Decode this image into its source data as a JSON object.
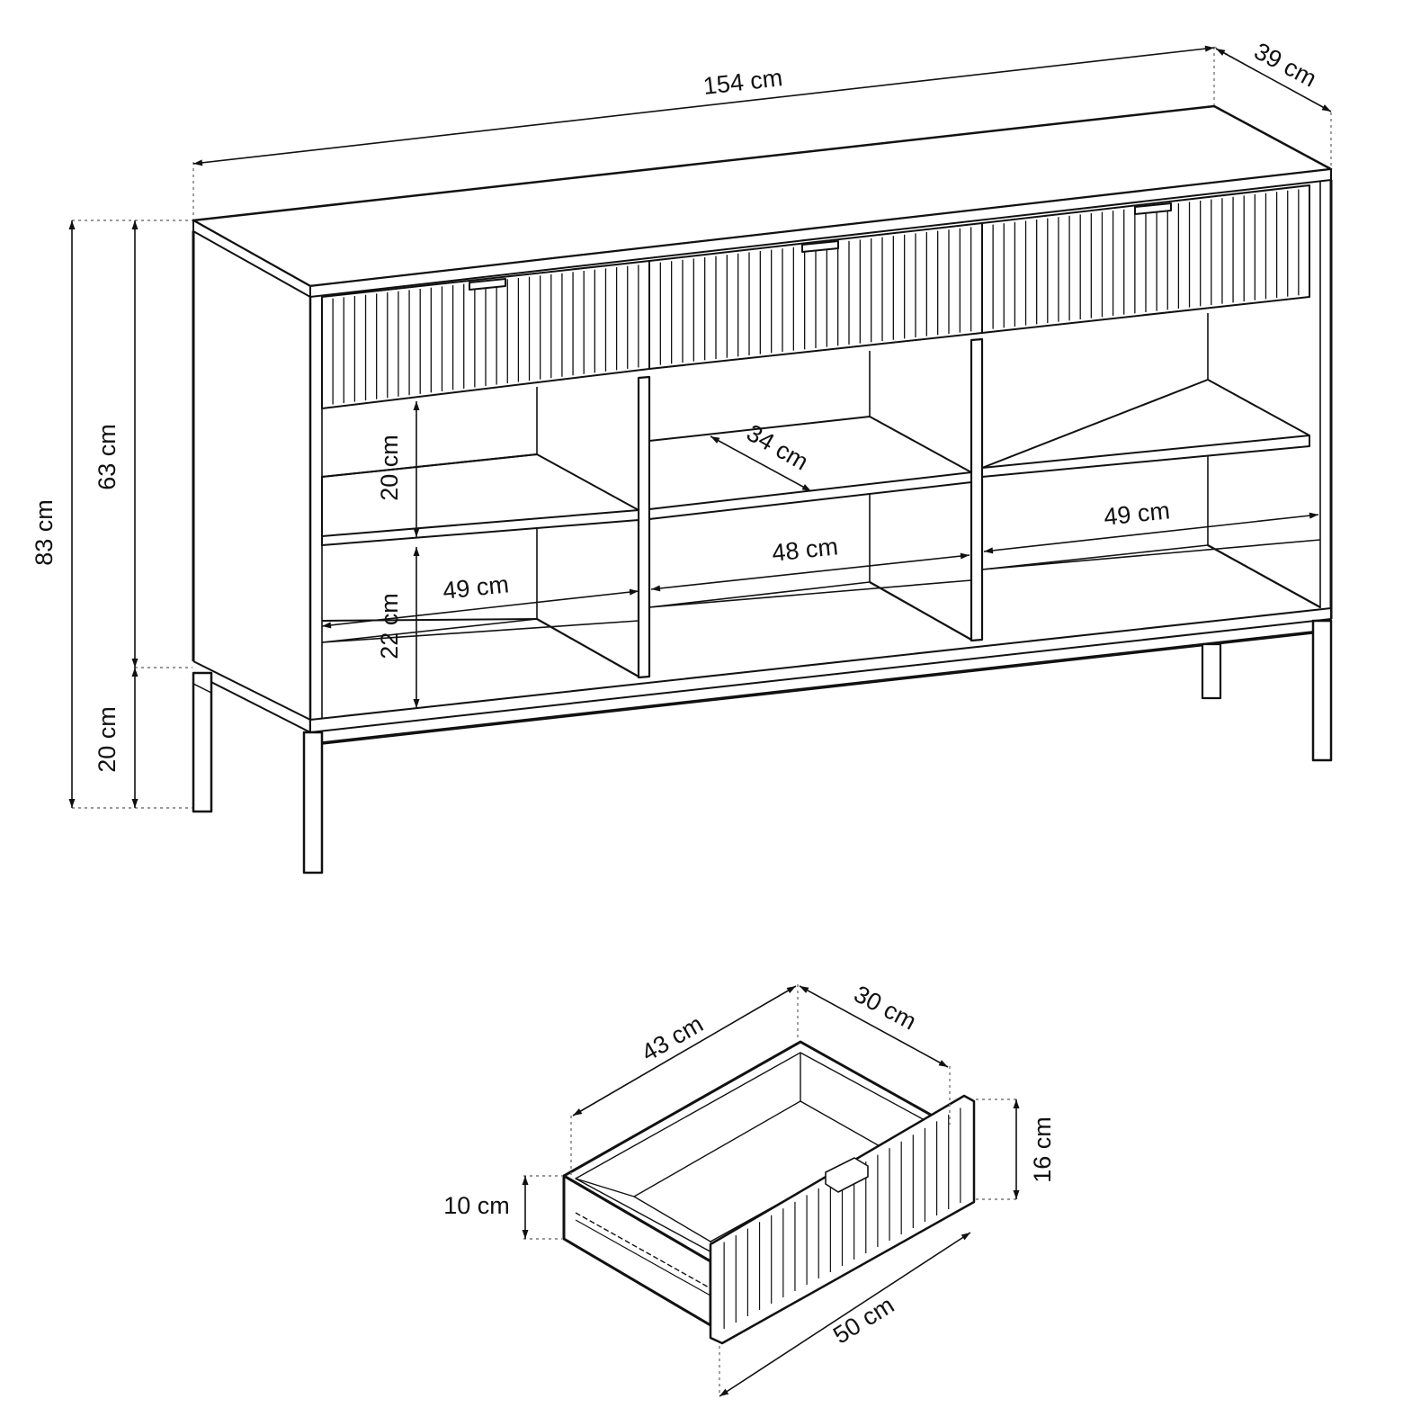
{
  "colors": {
    "line": "#111111",
    "guide": "#777777",
    "background": "#ffffff"
  },
  "dimensions": {
    "overall_width": "154 cm",
    "overall_depth": "39 cm",
    "overall_height": "83 cm",
    "body_height": "63 cm",
    "leg_height": "20 cm",
    "shelf_depth": "34 cm",
    "upper_shelf_gap": "20 cm",
    "lower_shelf_gap": "22 cm",
    "left_compartment_width": "49 cm",
    "middle_compartment_width": "48 cm",
    "right_compartment_width": "49 cm"
  },
  "drawer": {
    "inner_length": "43 cm",
    "inner_depth": "30 cm",
    "front_height": "16 cm",
    "side_height": "10 cm",
    "front_width": "50 cm"
  }
}
